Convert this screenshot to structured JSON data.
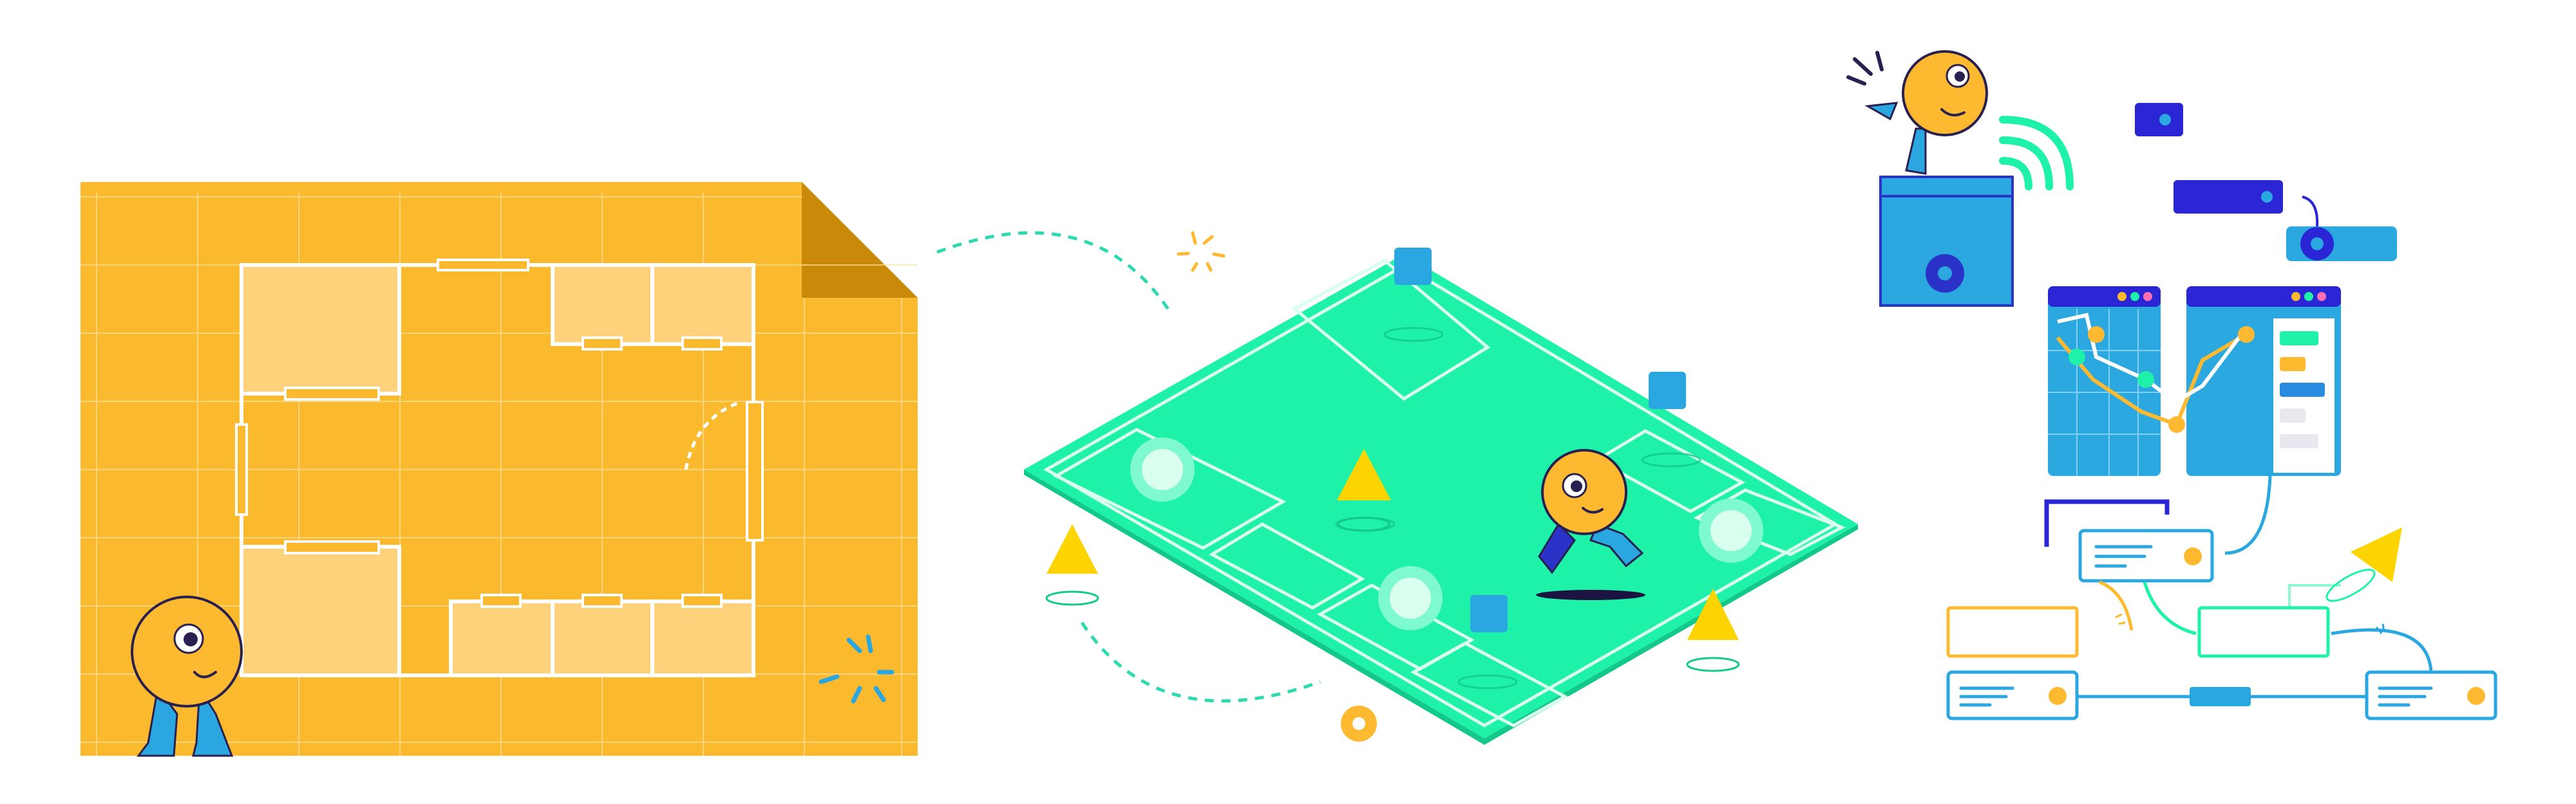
{
  "colors": {
    "background": "#ffffff",
    "blueprint_fill": "#FBBA2D",
    "blueprint_fold": "#C98A0A",
    "blueprint_room_fill": "#FDD27A",
    "grid_line": "#FFE2A0",
    "wall": "#ffffff",
    "mint": "#1DF2A8",
    "mint_dark": "#12C98A",
    "mint_line": "#D9FFEF",
    "teal_dash": "#2FD9B0",
    "character_orange": "#FDB92F",
    "character_outline": "#2A2050",
    "character_blue": "#2AA6E0",
    "character_navy": "#2A32C7",
    "yellow_triangle": "#FDD400",
    "cube_blue": "#2AA6E0",
    "sky_blue": "#2BA8E0",
    "navy": "#2A26D6",
    "chart_line_orange": "#FDB92F",
    "chart_line_white": "#ffffff",
    "chart_dot_green": "#1DF2A8",
    "pastel_green": "#1DF2A8",
    "pastel_orange": "#FDB92F"
  },
  "scenes": [
    {
      "id": "blueprint",
      "icons": [
        "document-fold-icon",
        "floor-plan-icon",
        "sparkle-icon",
        "character-icon"
      ]
    },
    {
      "id": "game-board",
      "icons": [
        "isometric-board-icon",
        "triangle-icon",
        "cube-icon",
        "glow-orb-icon",
        "character-icon"
      ]
    },
    {
      "id": "network",
      "icons": [
        "device-icon",
        "wifi-icon",
        "chart-window-icon",
        "flow-node-icon",
        "character-icon"
      ]
    }
  ]
}
